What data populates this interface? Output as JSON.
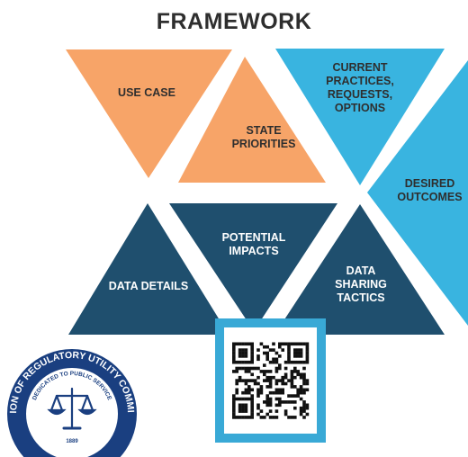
{
  "title": "FRAMEWORK",
  "segments": {
    "use_case": "USE CASE",
    "state_priorities": "STATE PRIORITIES",
    "current_practices": "CURRENT PRACTICES, REQUESTS, OPTIONS",
    "desired_outcomes": "DESIRED OUTCOMES",
    "data_details": "DATA DETAILS",
    "potential_impacts": "POTENTIAL IMPACTS",
    "data_sharing_tactics": "DATA SHARING TACTICS"
  },
  "seal": {
    "ring_text": "ASSOCIATION OF REGULATORY UTILITY COMMISSIONERS",
    "inner_text": "DEDICATED TO PUBLIC SERVICE",
    "year": "1889"
  },
  "colors": {
    "orange": "#f7a468",
    "light_blue": "#39b4e0",
    "dark_blue": "#1f4f6e",
    "seal_blue": "#1a3f80"
  }
}
